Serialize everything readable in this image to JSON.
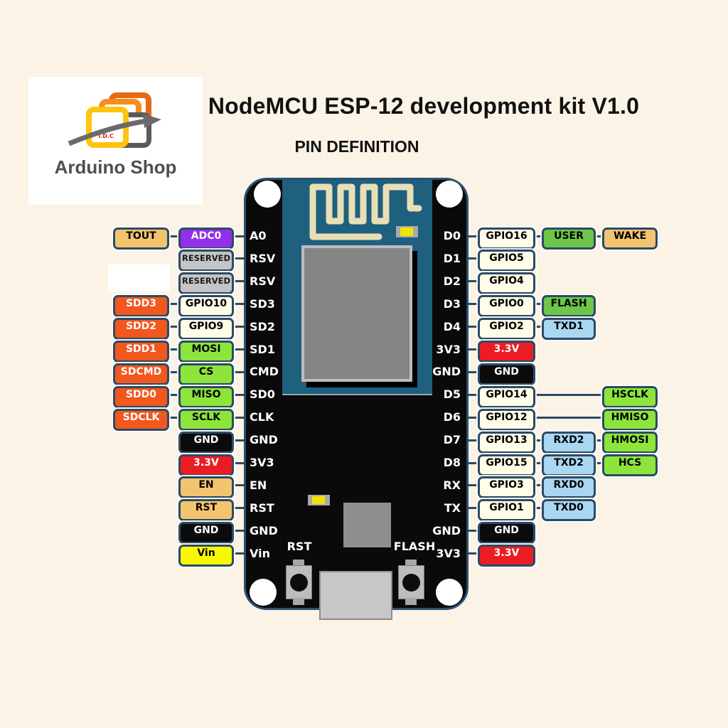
{
  "page": {
    "title": "NodeMCU ESP-12 development kit V1.0",
    "subtitle": "PIN DEFINITION",
    "background": "#FAF3E6"
  },
  "logo": {
    "brand": "Arduino Shop",
    "badge": "T.D.C"
  },
  "board": {
    "rst_button_label": "RST",
    "flash_button_label": "FLASH",
    "pcb_color": "#0A0A0A",
    "module_color": "#1E607E"
  },
  "colors": {
    "tan": {
      "bg": "#F3C470",
      "text": "#000000"
    },
    "purple": {
      "bg": "#9130E8",
      "text": "#FFFFFF"
    },
    "gray": {
      "bg": "#C4C4C4",
      "text": "#1a1a1a"
    },
    "orange": {
      "bg": "#F2571D",
      "text": "#FFFFFF"
    },
    "cream": {
      "bg": "#FFFDE8",
      "text": "#000000"
    },
    "green-bright": {
      "bg": "#8DE53C",
      "text": "#000000"
    },
    "green-med": {
      "bg": "#6EC549",
      "text": "#000000"
    },
    "black": {
      "bg": "#0B0B0B",
      "text": "#FFFFFF"
    },
    "red": {
      "bg": "#EC1C24",
      "text": "#FFFFFF"
    },
    "yellow": {
      "bg": "#F8F806",
      "text": "#000000"
    },
    "blue": {
      "bg": "#A9D7F2",
      "text": "#000000"
    }
  },
  "pinout": {
    "left": [
      {
        "pin": "A0",
        "inner": {
          "label": "ADC0",
          "color": "purple"
        },
        "outer": {
          "label": "TOUT",
          "color": "tan"
        }
      },
      {
        "pin": "RSV",
        "inner": {
          "label": "RESERVED",
          "color": "gray"
        }
      },
      {
        "pin": "RSV",
        "inner": {
          "label": "RESERVED",
          "color": "gray"
        }
      },
      {
        "pin": "SD3",
        "inner": {
          "label": "GPIO10",
          "color": "cream"
        },
        "outer": {
          "label": "SDD3",
          "color": "orange"
        }
      },
      {
        "pin": "SD2",
        "inner": {
          "label": "GPIO9",
          "color": "cream"
        },
        "outer": {
          "label": "SDD2",
          "color": "orange"
        }
      },
      {
        "pin": "SD1",
        "inner": {
          "label": "MOSI",
          "color": "green-bright"
        },
        "outer": {
          "label": "SDD1",
          "color": "orange"
        }
      },
      {
        "pin": "CMD",
        "inner": {
          "label": "CS",
          "color": "green-bright"
        },
        "outer": {
          "label": "SDCMD",
          "color": "orange"
        }
      },
      {
        "pin": "SD0",
        "inner": {
          "label": "MISO",
          "color": "green-bright"
        },
        "outer": {
          "label": "SDD0",
          "color": "orange"
        }
      },
      {
        "pin": "CLK",
        "inner": {
          "label": "SCLK",
          "color": "green-bright"
        },
        "outer": {
          "label": "SDCLK",
          "color": "orange"
        }
      },
      {
        "pin": "GND",
        "inner": {
          "label": "GND",
          "color": "black"
        }
      },
      {
        "pin": "3V3",
        "inner": {
          "label": "3.3V",
          "color": "red"
        }
      },
      {
        "pin": "EN",
        "inner": {
          "label": "EN",
          "color": "tan"
        }
      },
      {
        "pin": "RST",
        "inner": {
          "label": "RST",
          "color": "tan"
        }
      },
      {
        "pin": "GND",
        "inner": {
          "label": "GND",
          "color": "black"
        }
      },
      {
        "pin": "Vin",
        "inner": {
          "label": "Vin",
          "color": "yellow"
        }
      }
    ],
    "right": [
      {
        "pin": "D0",
        "boxes": [
          {
            "label": "GPIO16",
            "color": "cream",
            "col": 0
          },
          {
            "label": "USER",
            "color": "green-med",
            "col": 1
          },
          {
            "label": "WAKE",
            "color": "tan",
            "col": 2
          }
        ]
      },
      {
        "pin": "D1",
        "boxes": [
          {
            "label": "GPIO5",
            "color": "cream",
            "col": 0
          }
        ]
      },
      {
        "pin": "D2",
        "boxes": [
          {
            "label": "GPIO4",
            "color": "cream",
            "col": 0
          }
        ]
      },
      {
        "pin": "D3",
        "boxes": [
          {
            "label": "GPIO0",
            "color": "cream",
            "col": 0
          },
          {
            "label": "FLASH",
            "color": "green-med",
            "col": 1
          }
        ]
      },
      {
        "pin": "D4",
        "boxes": [
          {
            "label": "GPIO2",
            "color": "cream",
            "col": 0
          },
          {
            "label": "TXD1",
            "color": "blue",
            "col": 1
          }
        ]
      },
      {
        "pin": "3V3",
        "boxes": [
          {
            "label": "3.3V",
            "color": "red",
            "col": 0
          }
        ]
      },
      {
        "pin": "GND",
        "boxes": [
          {
            "label": "GND",
            "color": "black",
            "col": 0
          }
        ]
      },
      {
        "pin": "D5",
        "boxes": [
          {
            "label": "GPIO14",
            "color": "cream",
            "col": 0
          },
          {
            "label": "HSCLK",
            "color": "green-bright",
            "col": 2
          }
        ]
      },
      {
        "pin": "D6",
        "boxes": [
          {
            "label": "GPIO12",
            "color": "cream",
            "col": 0
          },
          {
            "label": "HMISO",
            "color": "green-bright",
            "col": 2
          }
        ]
      },
      {
        "pin": "D7",
        "boxes": [
          {
            "label": "GPIO13",
            "color": "cream",
            "col": 0
          },
          {
            "label": "RXD2",
            "color": "blue",
            "col": 1
          },
          {
            "label": "HMOSI",
            "color": "green-bright",
            "col": 2
          }
        ]
      },
      {
        "pin": "D8",
        "boxes": [
          {
            "label": "GPIO15",
            "color": "cream",
            "col": 0
          },
          {
            "label": "TXD2",
            "color": "blue",
            "col": 1
          },
          {
            "label": "HCS",
            "color": "green-bright",
            "col": 2
          }
        ]
      },
      {
        "pin": "RX",
        "boxes": [
          {
            "label": "GPIO3",
            "color": "cream",
            "col": 0
          },
          {
            "label": "RXD0",
            "color": "blue",
            "col": 1
          }
        ]
      },
      {
        "pin": "TX",
        "boxes": [
          {
            "label": "GPIO1",
            "color": "cream",
            "col": 0
          },
          {
            "label": "TXD0",
            "color": "blue",
            "col": 1
          }
        ]
      },
      {
        "pin": "GND",
        "boxes": [
          {
            "label": "GND",
            "color": "black",
            "col": 0
          }
        ]
      },
      {
        "pin": "3V3",
        "boxes": [
          {
            "label": "3.3V",
            "color": "red",
            "col": 0
          }
        ]
      }
    ]
  }
}
